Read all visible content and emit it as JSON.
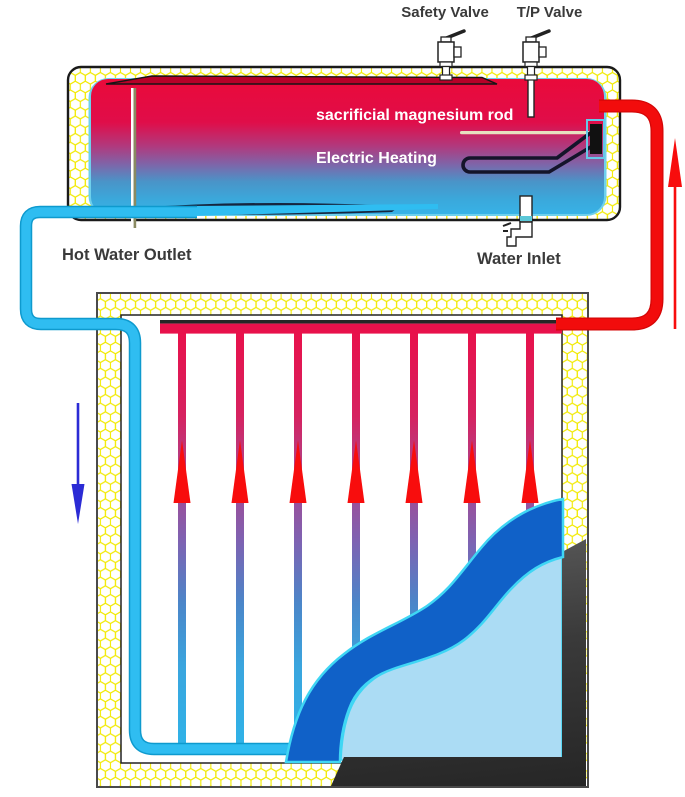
{
  "labels": {
    "safety_valve": "Safety Valve",
    "tp_valve": "T/P Valve",
    "magnesium_rod": "sacrificial magnesium rod",
    "electric_heating": "Electric Heating",
    "hot_water_outlet": "Hot Water Outlet",
    "water_inlet": "Water Inlet"
  },
  "colors": {
    "hot_pipe": "#f20c0c",
    "hot_pipe_edge": "#d40606",
    "cold_pipe": "#2fbdf1",
    "cold_pipe_edge": "#0e9ace",
    "insulation": "#f2ea00",
    "tank_hot": "#ea0a3a",
    "tank_cold": "#38b2e6",
    "tank_cap": "#b60128",
    "tube_top": "#e8114b",
    "tube_bottom": "#2fb3e8",
    "flow_arrow_red": "#f80d0d",
    "flow_arrow_blue": "#2b2bd5",
    "glass": "#abdcf4",
    "wave": "#1061c8",
    "wave_edge": "#3fd6f4",
    "casing": "#3a3a3a",
    "label_dark": "#3a3a3a",
    "label_light": "#ffffff"
  }
}
